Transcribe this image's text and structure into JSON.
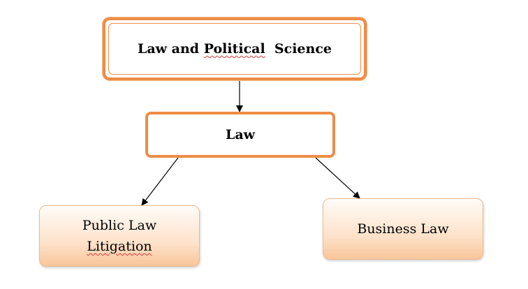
{
  "diagram": {
    "root": {
      "word1": "Law",
      "word2": "and",
      "word3": "Political",
      "word4": "Science"
    },
    "middle": {
      "label": "Law"
    },
    "leaves": {
      "public_line1": "Public Law",
      "public_line2": "Litigation",
      "business": "Business Law"
    },
    "colors": {
      "accent_border": "#ee8c46",
      "leaf_fill": "#fde3cc",
      "spellcheck": "#d83a3a",
      "arrow": "#000000"
    }
  }
}
